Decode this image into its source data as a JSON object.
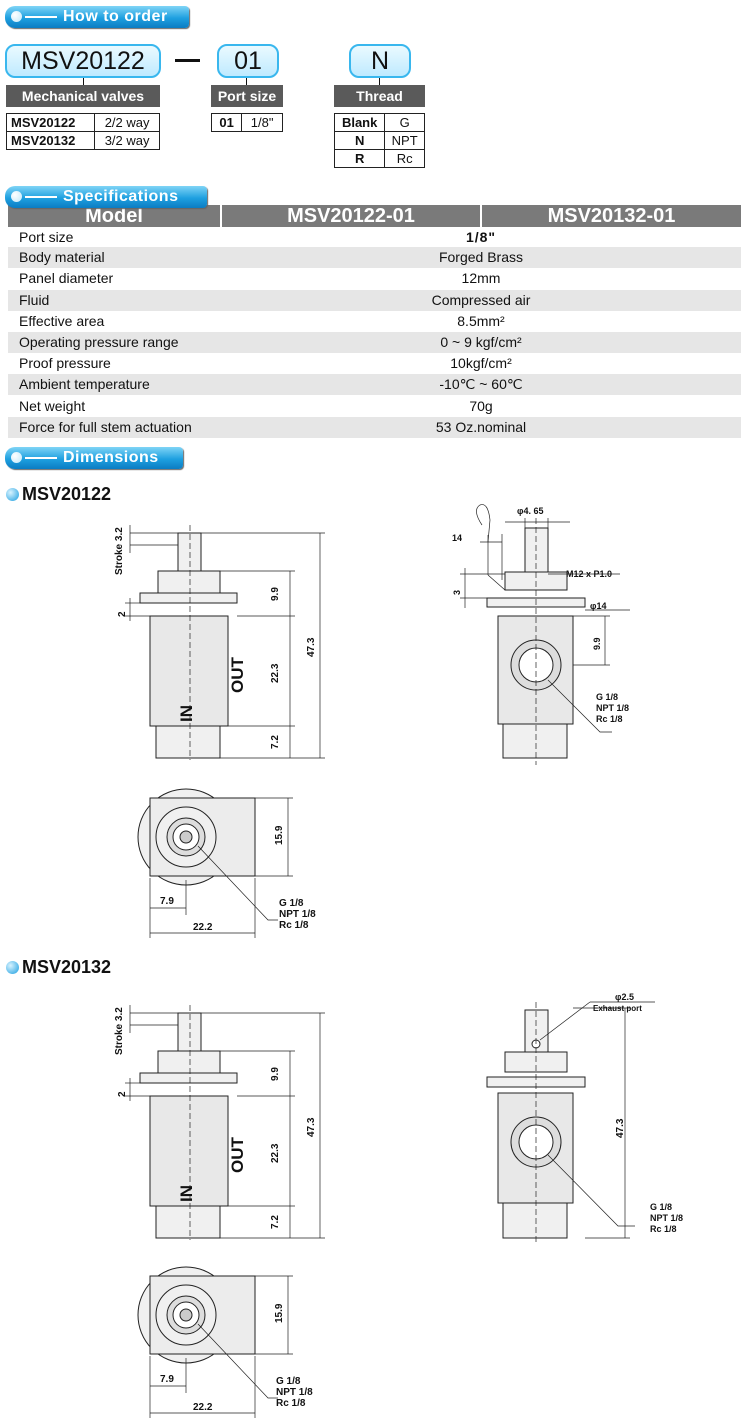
{
  "sections": {
    "order": "How to order",
    "specs": "Specifications",
    "dims": "Dimensions"
  },
  "order": {
    "model_code": "MSV20122",
    "port_code": "01",
    "thread_code": "N",
    "mech_header": "Mechanical valves",
    "mech_rows": [
      {
        "model": "MSV20122",
        "desc": "2/2 way"
      },
      {
        "model": "MSV20132",
        "desc": "3/2 way"
      }
    ],
    "port_header": "Port size",
    "port_rows": [
      {
        "code": "01",
        "size": "1/8\""
      }
    ],
    "thread_header": "Thread",
    "thread_rows": [
      {
        "code": "Blank",
        "type": "G"
      },
      {
        "code": "N",
        "type": "NPT"
      },
      {
        "code": "R",
        "type": "Rc"
      }
    ]
  },
  "specs": {
    "col_model": "Model",
    "col_a": "MSV20122-01",
    "col_b": "MSV20132-01",
    "rows": [
      {
        "label": "Port size",
        "value": "1/8\""
      },
      {
        "label": "Body material",
        "value": "Forged Brass"
      },
      {
        "label": "Panel diameter",
        "value": "12mm"
      },
      {
        "label": "Fluid",
        "value": "Compressed air"
      },
      {
        "label": "Effective area",
        "value": "8.5mm²"
      },
      {
        "label": "Operating pressure range",
        "value": "0 ~ 9 kgf/cm²"
      },
      {
        "label": "Proof pressure",
        "value": "10kgf/cm²"
      },
      {
        "label": "Ambient temperature",
        "value": "-10℃ ~ 60℃"
      },
      {
        "label": "Net weight",
        "value": "70g"
      },
      {
        "label": "Force for full stem actuation",
        "value": "53 Oz.nominal"
      }
    ]
  },
  "dims": {
    "model_a": "MSV20122",
    "model_b": "MSV20132",
    "stroke": "Stroke 3.2",
    "d2": "2",
    "d99": "9.9",
    "d223": "22.3",
    "d473": "47.3",
    "d72": "7.2",
    "out": "OUT",
    "in": "IN",
    "d159": "15.9",
    "d79": "7.9",
    "d222": "22.2",
    "thread_g": "G 1/8",
    "thread_npt": "NPT 1/8",
    "thread_rc": "Rc 1/8",
    "phi465": "φ4. 65",
    "d14": "14",
    "m12": "M12 x P1.0",
    "d3": "3",
    "phi14": "φ14",
    "phi25": "φ2.5",
    "exhaust": "Exhaust port"
  }
}
